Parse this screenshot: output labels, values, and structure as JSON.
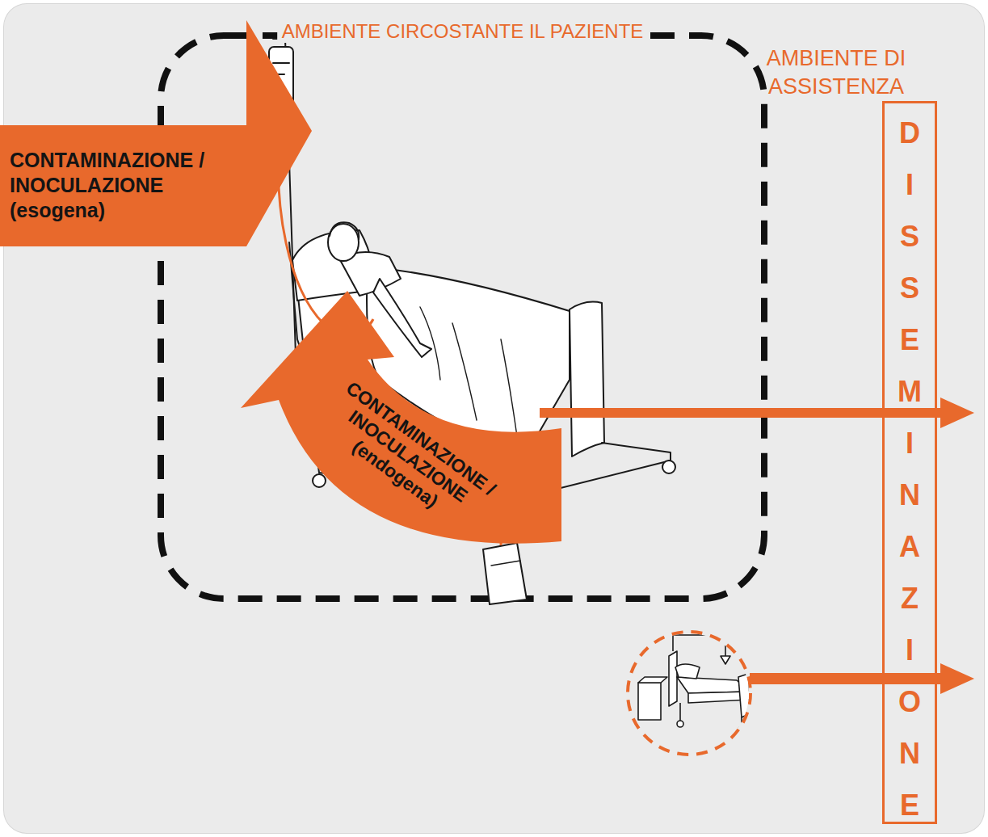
{
  "diagram": {
    "nodes": [
      {
        "text": [
          "AMBIENTE DI ASSISTENZA"
        ]
      },
      {
        "text": [
          "AMBIENTE CIRCOSTANTE IL PAZIENTE"
        ],
        "in": 0
      },
      {
        "text": [
          "CONTAMINAZIONE / INOCULAZIONE (esogena)"
        ],
        "in": 0
      },
      {
        "text": [
          "CONTAMINAZIONE / INOCULAZIONE (endogena)"
        ],
        "in": 1
      },
      {
        "text": [
          "DISSEMINAZIONE"
        ],
        "in": 0
      }
    ]
  }
}
